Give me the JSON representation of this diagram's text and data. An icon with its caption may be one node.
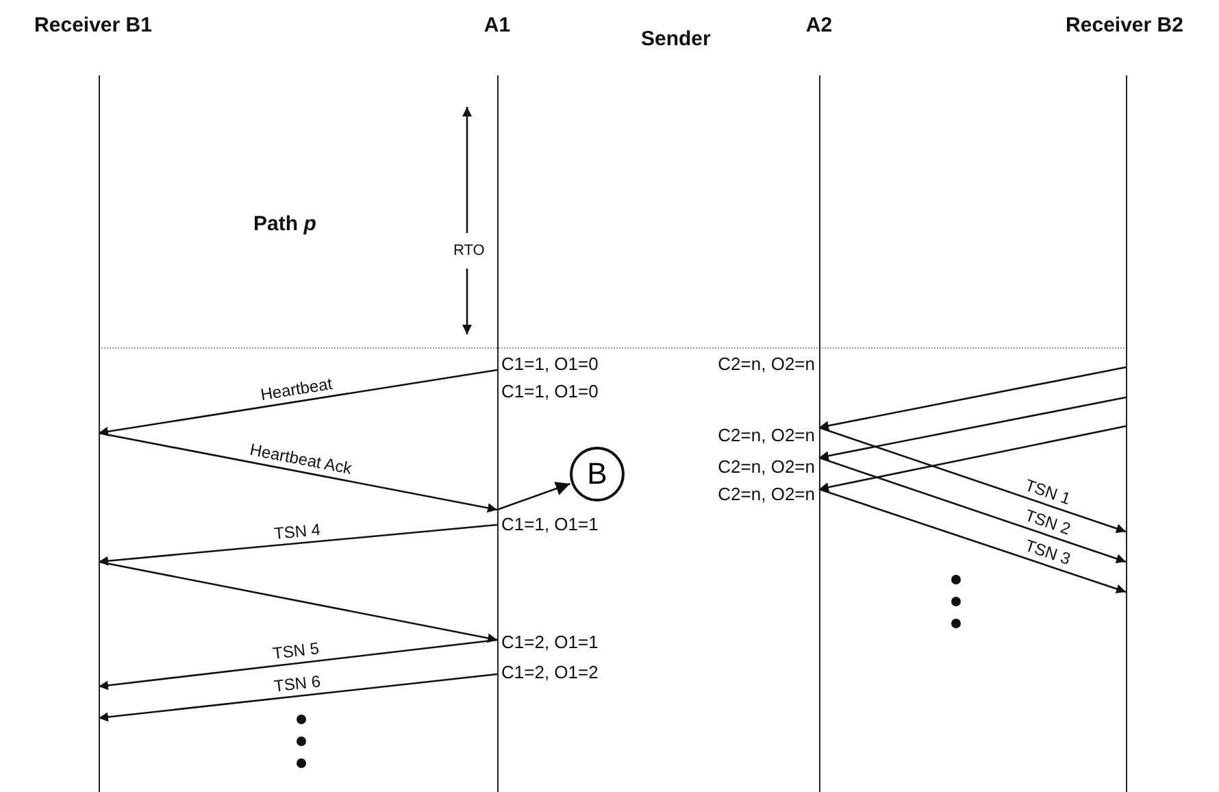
{
  "diagram": {
    "nodes": [
      {
        "text": [
          "Receiver B1"
        ]
      },
      {
        "text": [
          "A1"
        ]
      },
      {
        "text": [
          "A2"
        ]
      },
      {
        "text": [
          "Receiver B2"
        ]
      },
      {
        "text": [
          "B"
        ]
      }
    ],
    "edges": [
      {
        "from": 1,
        "to": 0,
        "arrow": "to",
        "label": "Heartbeat"
      },
      {
        "from": 0,
        "to": 1,
        "arrow": "to",
        "label": "Heartbeat Ack"
      },
      {
        "from": 1,
        "to": 4,
        "arrow": "to"
      },
      {
        "from": 1,
        "to": 0,
        "arrow": "to",
        "label": "TSN 4"
      },
      {
        "from": 0,
        "to": 1,
        "arrow": "to"
      },
      {
        "from": 1,
        "to": 0,
        "arrow": "to",
        "label": "TSN 5"
      },
      {
        "from": 1,
        "to": 0,
        "arrow": "to",
        "label": "TSN 6"
      },
      {
        "from": 3,
        "to": 2,
        "arrow": "to"
      },
      {
        "from": 3,
        "to": 2,
        "arrow": "to"
      },
      {
        "from": 3,
        "to": 2,
        "arrow": "to"
      },
      {
        "from": 2,
        "to": 3,
        "arrow": "to",
        "label": "TSN 1"
      },
      {
        "from": 2,
        "to": 3,
        "arrow": "to",
        "label": "TSN 2"
      },
      {
        "from": 2,
        "to": 3,
        "arrow": "to",
        "label": "TSN 3"
      }
    ],
    "labels": [
      "Sender",
      "Path *p*",
      "RTO",
      "C1=1, O1=0",
      "C2=n, O2=n",
      "C1=1, O1=0",
      "C2=n, O2=n",
      "C2=n, O2=n",
      "C2=n, O2=n",
      "C1=1, O1=1",
      "C1=2, O1=1",
      "C1=2, O1=2"
    ]
  }
}
